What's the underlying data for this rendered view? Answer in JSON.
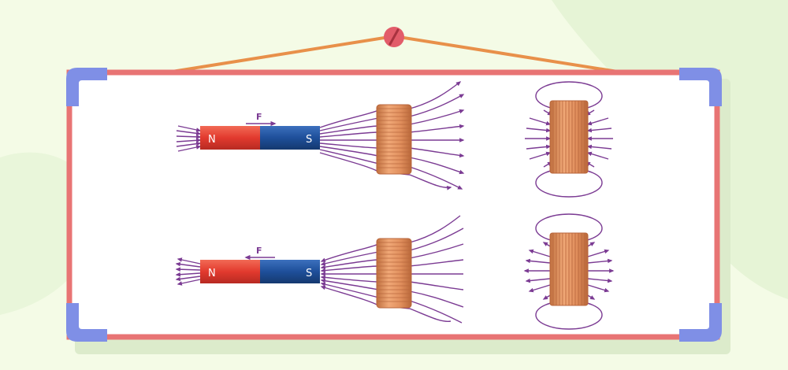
{
  "colors": {
    "background": "#f4fbe6",
    "blob": "#e6f4d6",
    "board_frame": "#e87474",
    "board_fill": "#ffffff",
    "board_shadow": "#dcebcb",
    "corner_caps": "#7f8fe6",
    "hanging_string": "#e8904a",
    "nail": "#e25c6a",
    "magnet_north": "#e23a2e",
    "magnet_south": "#1e4f9a",
    "field_lines": "#7b3b93",
    "coil_copper": "#d9885a",
    "coil_winding": "#b8663c"
  },
  "diagrams": [
    {
      "row": "top",
      "magnet": {
        "north_label": "N",
        "south_label": "S"
      },
      "force": {
        "label": "F",
        "direction": "right"
      },
      "coil_view": "side",
      "loop_view": "end"
    },
    {
      "row": "bottom",
      "magnet": {
        "north_label": "N",
        "south_label": "S"
      },
      "force": {
        "label": "F",
        "direction": "left"
      },
      "coil_view": "side",
      "loop_view": "end"
    }
  ]
}
